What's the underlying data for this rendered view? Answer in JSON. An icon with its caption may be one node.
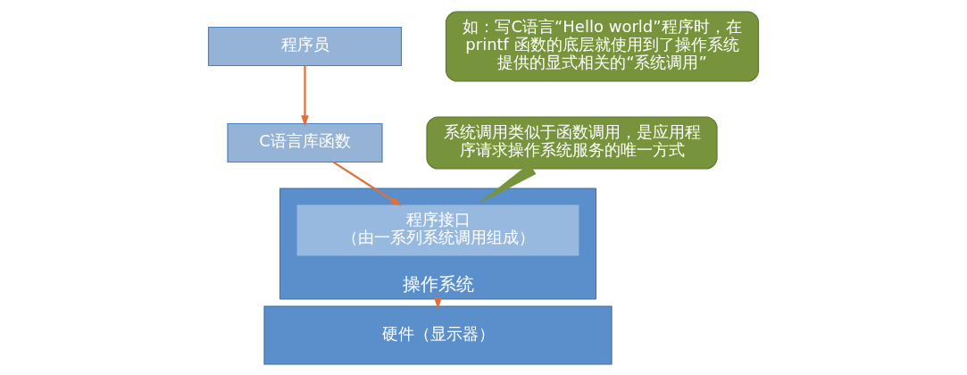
{
  "diagram": {
    "nodes": [
      {
        "text": [
          "程序员"
        ]
      },
      {
        "text": [
          "如：写C语言“Hello world”程序时，在printf 函数的底层就使用到了操作系统提供的显式相关的“系统调用”"
        ]
      },
      {
        "text": [
          "C语言库函数"
        ]
      },
      {
        "text": [
          "系统调用类似于函数调用，是应用程序请求操作系统服务的唯一方式"
        ]
      },
      {
        "text": [
          "操作系统"
        ]
      },
      {
        "text": [
          "程序接口",
          "（由一系列系统调用组成）"
        ],
        "in": 4
      },
      {
        "text": [
          "硬件（显示器）"
        ]
      }
    ],
    "edges": [
      {
        "from": 0,
        "to": 2,
        "arrow": "to"
      },
      {
        "from": 2,
        "to": 5,
        "arrow": "to"
      },
      {
        "from": 3,
        "to": 5,
        "arrow": "none",
        "style": "thick",
        "color": "#77933c"
      },
      {
        "from": 4,
        "to": 6,
        "arrow": "to"
      }
    ]
  }
}
